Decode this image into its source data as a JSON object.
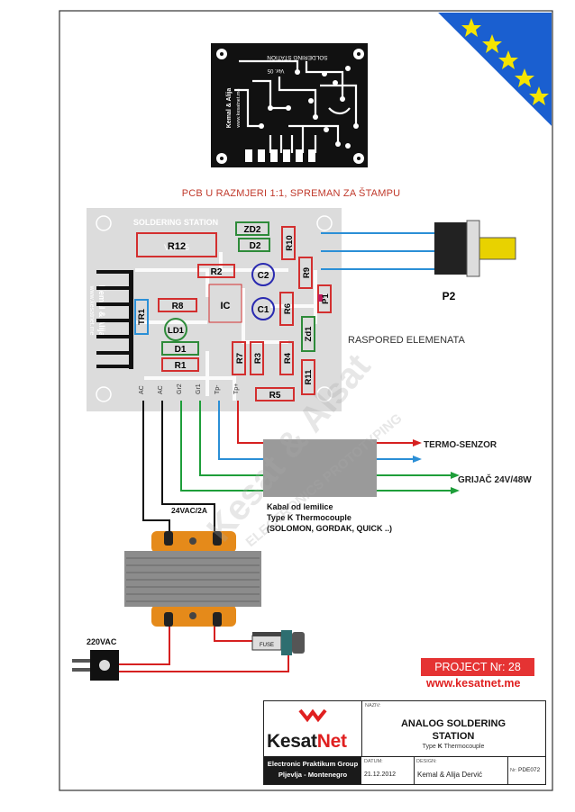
{
  "pcb_caption": "PCB U RAZMJERI 1:1, SPREMAN ZA ŠTAMPU",
  "layout_caption": "RASPORED ELEMENATA",
  "board_silkscreen_title": "SOLDERING STATION",
  "board_silkscreen_version": "Ver. 05",
  "board_silkscreen_authors": "Kemal & Alija",
  "board_silkscreen_url": "www.kesatnet.me",
  "components": {
    "R12": "R12",
    "ZD2": "ZD2",
    "D2": "D2",
    "R10": "R10",
    "R2": "R2",
    "C2": "C2",
    "R9": "R9",
    "TR1": "TR1",
    "R8": "R8",
    "IC": "IC",
    "C1": "C1",
    "R6": "R6",
    "P1": "P1",
    "LD1": "LD1",
    "Zd1": "Zd1",
    "D1": "D1",
    "R1": "R1",
    "R7": "R7",
    "R3": "R3",
    "R4": "R4",
    "R11": "R11",
    "R5": "R5"
  },
  "pad_labels": [
    "AC",
    "AC",
    "Gr2",
    "Gr1",
    "Tp-",
    "Tp+"
  ],
  "p2_label": "P2",
  "wire_labels": {
    "termo": "TERMO-SENZOR",
    "grijac": "GRIJAČ 24V/48W",
    "cable_line1": "Kabal od lemilice",
    "cable_line2": "Type K Thermocouple",
    "cable_line3": "(SOLOMON, GORDAK, QUICK ..)",
    "transformer": "24VAC/2A",
    "mains": "220VAC",
    "fuse": "FUSE"
  },
  "watermark_line1": "Kesat & Alsat",
  "watermark_line2": "ELECTRONICS PROTOTYPING",
  "project_label": "PROJECT Nr: 28",
  "website": "www.kesatnet.me",
  "title_block": {
    "logo_word_dark": "Kesat",
    "logo_word_red": "Net",
    "group_line1": "Electronic Praktikum Group",
    "group_line2": "Pljevlja - Montenegro",
    "naziv_label": "NAZIV:",
    "title_line1": "ANALOG SOLDERING",
    "title_line2": "STATION",
    "subtitle_bold": "K",
    "subtitle_pre": "Type",
    "subtitle_post": "Thermocouple",
    "datum_label": "DATUM:",
    "date": "21.12.2012",
    "design_label": "DESIGN:",
    "designers": "Kemal & Alija Dervić",
    "nr_label": "Nr:",
    "nr_value": "PDE072"
  },
  "colors": {
    "resistor_outline": "#d32f2f",
    "diode_outline": "#2e8b3a",
    "cap_outline": "#2a2ab0",
    "wire_blue": "#2b8fd6",
    "wire_green": "#1e9e3a",
    "wire_red": "#d62020",
    "flag_blue": "#1a5fd0",
    "flag_star": "#f5e400"
  }
}
